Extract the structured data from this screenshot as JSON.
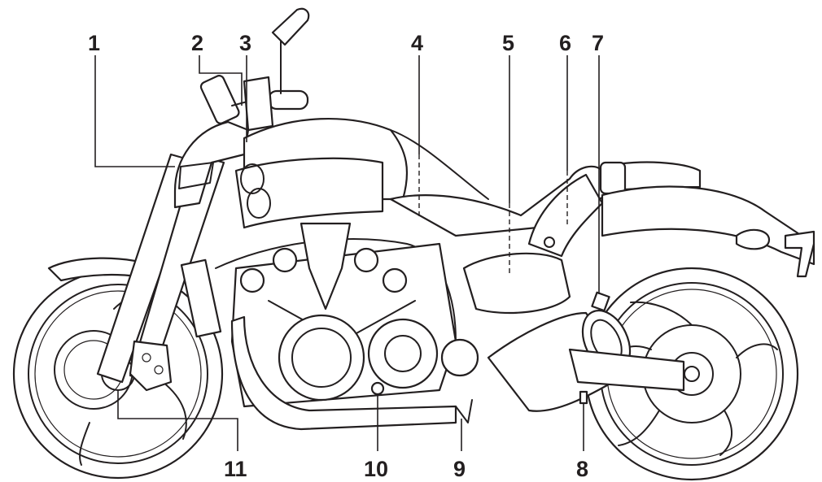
{
  "diagram": {
    "callouts": [
      {
        "id": "1",
        "label": "1"
      },
      {
        "id": "2",
        "label": "2"
      },
      {
        "id": "3",
        "label": "3"
      },
      {
        "id": "4",
        "label": "4"
      },
      {
        "id": "5",
        "label": "5"
      },
      {
        "id": "6",
        "label": "6"
      },
      {
        "id": "7",
        "label": "7"
      },
      {
        "id": "8",
        "label": "8"
      },
      {
        "id": "9",
        "label": "9"
      },
      {
        "id": "10",
        "label": "10"
      },
      {
        "id": "11",
        "label": "11"
      }
    ],
    "colors": {
      "ink": "#231f20",
      "paper": "#ffffff"
    }
  }
}
